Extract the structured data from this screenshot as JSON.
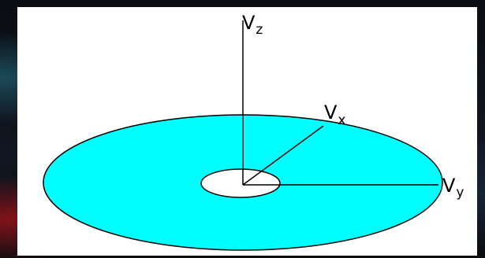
{
  "diagram": {
    "labels": {
      "vz": {
        "main": "V",
        "sub": "z"
      },
      "vx": {
        "main": "V",
        "sub": "x"
      },
      "vy": {
        "main": "V",
        "sub": "y"
      }
    },
    "colors": {
      "disk_fill": "#00ffff",
      "hole_fill": "#ffffff",
      "line": "#000000",
      "panel": "#ffffff"
    }
  }
}
